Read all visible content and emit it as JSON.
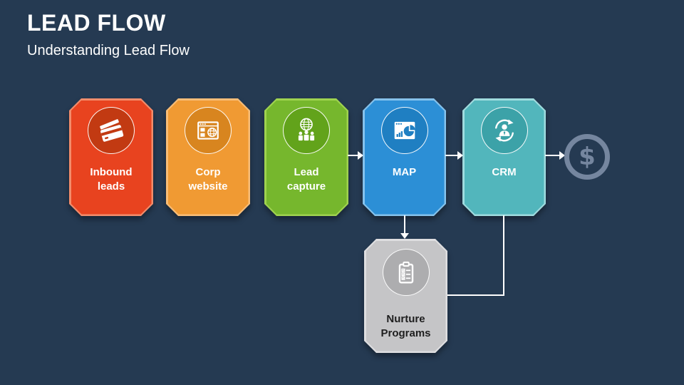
{
  "slide": {
    "title": "LEAD FLOW",
    "subtitle": "Understanding Lead Flow",
    "background_color": "#253A52",
    "text_color": "#FFFFFF"
  },
  "diagram": {
    "nodes": [
      {
        "id": "inbound-leads",
        "label": "Inbound leads",
        "line1": "Inbound",
        "line2": "leads",
        "icon": "credit-cards-icon",
        "fill": "#E8431F",
        "border": "#F28C6B",
        "circle_fill": "#C23A12",
        "text_color": "#FFFFFF"
      },
      {
        "id": "corp-website",
        "label": "Corp website",
        "line1": "Corp",
        "line2": "website",
        "icon": "browser-globe-icon",
        "fill": "#F09A33",
        "border": "#F8BD77",
        "circle_fill": "#D8851F",
        "text_color": "#FFFFFF"
      },
      {
        "id": "lead-capture",
        "label": "Lead capture",
        "line1": "Lead",
        "line2": "capture",
        "icon": "globe-people-icon",
        "fill": "#76B72D",
        "border": "#9FD34F",
        "circle_fill": "#62A31B",
        "text_color": "#FFFFFF"
      },
      {
        "id": "map",
        "label": "MAP",
        "line1": "MAP",
        "line2": "",
        "icon": "browser-chart-icon",
        "fill": "#2C8FD6",
        "border": "#85C2EC",
        "circle_fill": "#1F7FC2",
        "text_color": "#FFFFFF"
      },
      {
        "id": "crm",
        "label": "CRM",
        "line1": "CRM",
        "line2": "",
        "icon": "person-sync-icon",
        "fill": "#52B6BC",
        "border": "#9FDBDE",
        "circle_fill": "#3CA2A8",
        "text_color": "#FFFFFF"
      },
      {
        "id": "nurture-programs",
        "label": "Nurture Programs",
        "line1": "Nurture",
        "line2": "Programs",
        "icon": "clipboard-checklist-icon",
        "fill": "#C5C5C7",
        "border": "#DEDEE0",
        "circle_fill": "#ADADAF",
        "text_color": "#1F1F1F"
      }
    ],
    "money_symbol": "$",
    "money_color": "#75869F",
    "connector_color": "#FFFFFF",
    "connectors": [
      {
        "from": "lead-capture",
        "to": "map",
        "type": "arrow-right"
      },
      {
        "from": "map",
        "to": "crm",
        "type": "arrow-right"
      },
      {
        "from": "crm",
        "to": "money",
        "type": "arrow-right"
      },
      {
        "from": "map",
        "to": "nurture-programs",
        "type": "arrow-down"
      },
      {
        "from": "crm",
        "to": "nurture-programs",
        "type": "elbow"
      }
    ]
  }
}
